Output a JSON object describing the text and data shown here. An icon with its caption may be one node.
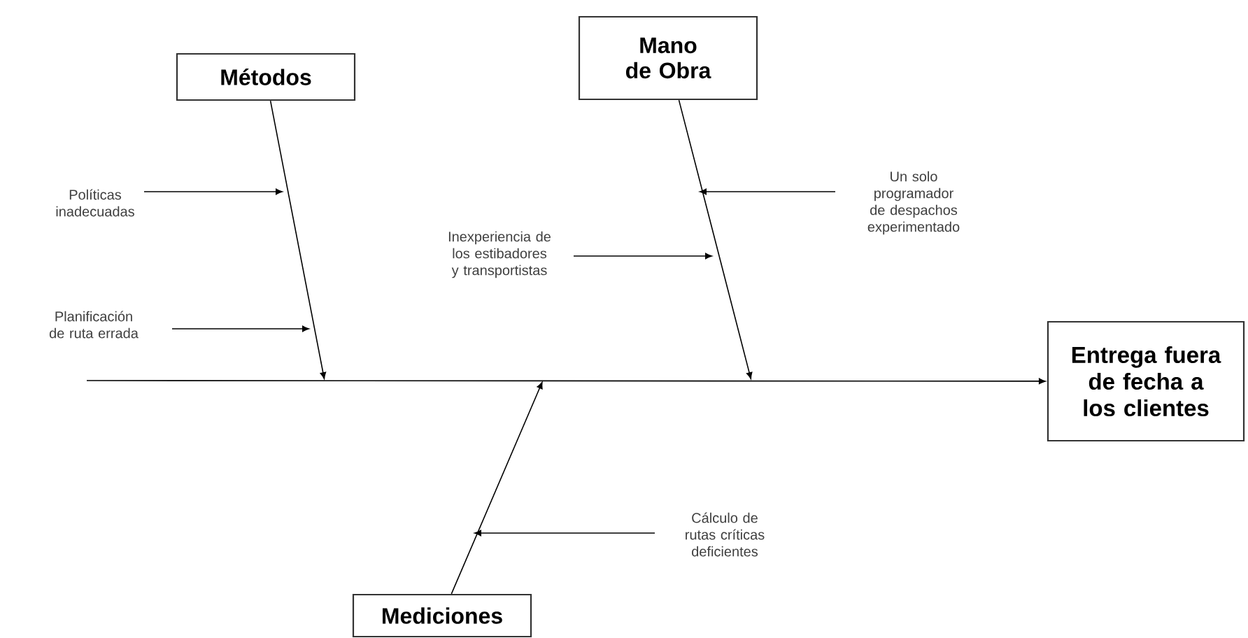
{
  "diagram": {
    "nodes": [
      {
        "text": [
          "Métodos"
        ]
      },
      {
        "text": [
          "Mano de Obra"
        ]
      },
      {
        "text": [
          "Entrega fuera de fecha a los clientes"
        ]
      },
      {
        "text": [
          "Mediciones"
        ]
      },
      {
        "text": [
          "Políticas inadecuadas"
        ]
      },
      {
        "text": [
          "Planificación de ruta errada"
        ]
      },
      {
        "text": [
          "Inexperiencia de los estibadores y transportistas"
        ]
      },
      {
        "text": [
          "Un solo programador de despachos experimentado"
        ]
      },
      {
        "text": [
          "Cálculo de rutas críticas deficientes"
        ]
      }
    ],
    "edges": [
      {
        "from": null,
        "to": 2,
        "arrow": "to"
      },
      {
        "from": 0,
        "to": null,
        "arrow": "to"
      },
      {
        "from": 1,
        "to": null,
        "arrow": "to"
      },
      {
        "from": 3,
        "to": null,
        "arrow": "to"
      },
      {
        "from": 4,
        "to": null,
        "arrow": "to"
      },
      {
        "from": 5,
        "to": null,
        "arrow": "to"
      },
      {
        "from": 6,
        "to": null,
        "arrow": "to"
      },
      {
        "from": 7,
        "to": null,
        "arrow": "to"
      },
      {
        "from": 8,
        "to": null,
        "arrow": "to"
      }
    ]
  }
}
